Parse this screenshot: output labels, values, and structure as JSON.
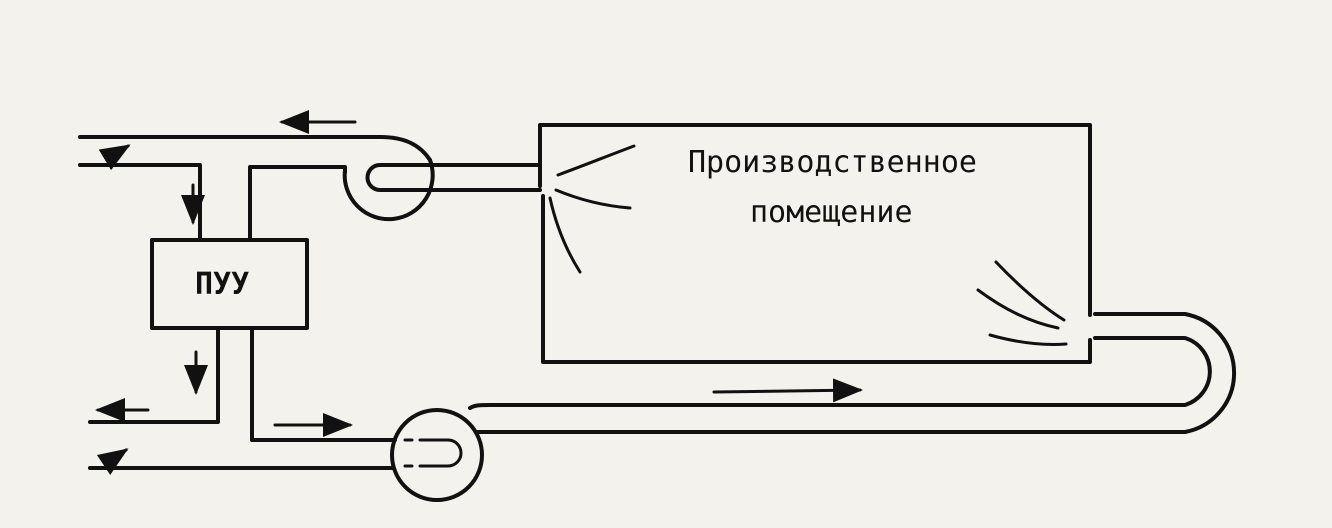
{
  "room": {
    "label_line1": "Производственное",
    "label_line2": "помещение"
  },
  "unit": {
    "label": "ПУУ"
  },
  "colors": {
    "ink": "#111111",
    "paper": "#f4f2ec"
  }
}
